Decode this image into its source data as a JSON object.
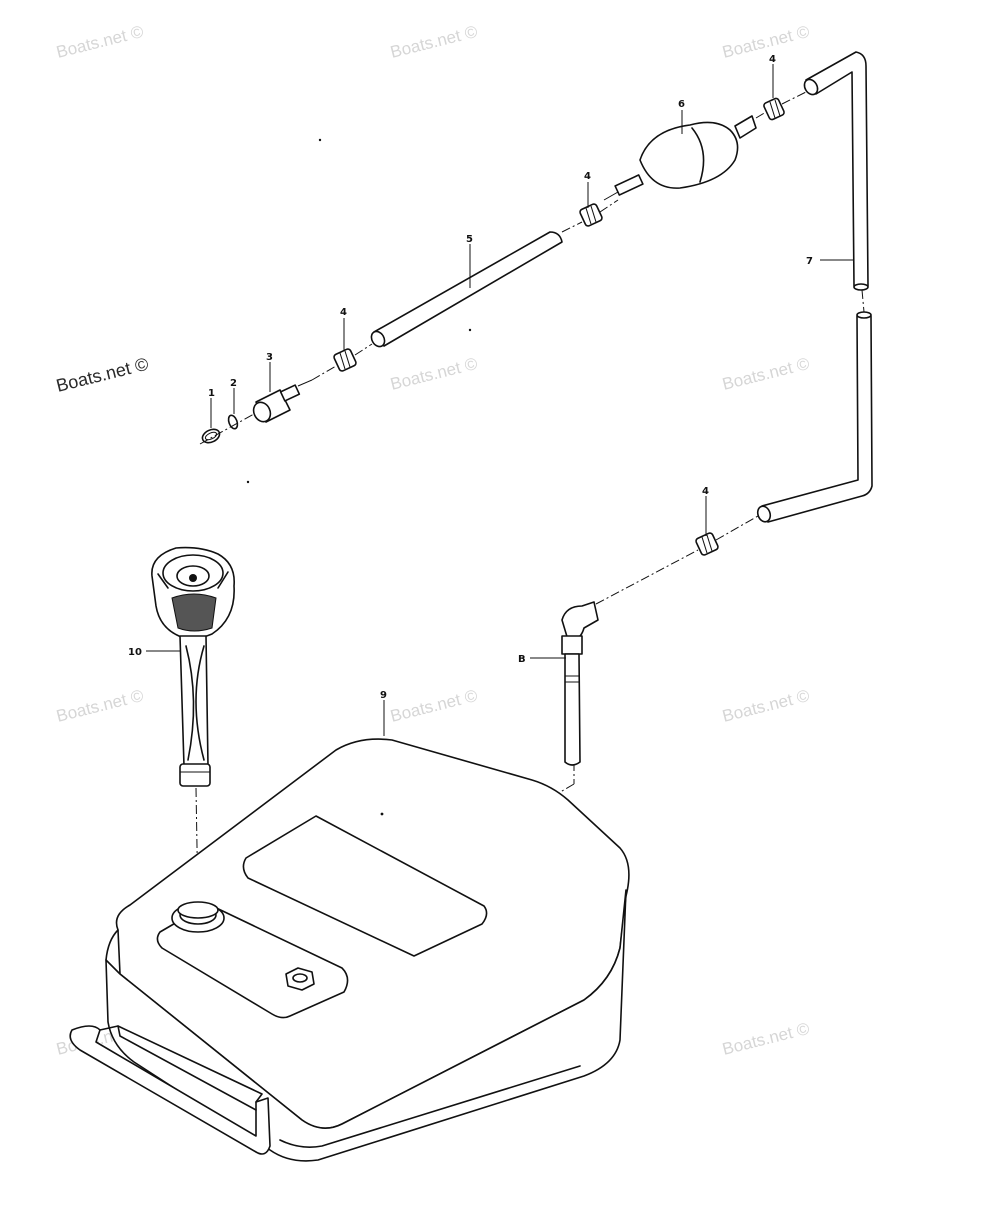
{
  "watermark": {
    "text": "Boats.net ©",
    "light_color": "#d6d6d6",
    "dark_color": "#2a2a2a"
  },
  "callouts": {
    "c1": "1",
    "c2": "2",
    "c3": "3",
    "c4a": "4",
    "c4b": "4",
    "c4c": "4",
    "c4d": "4",
    "c5": "5",
    "c6": "6",
    "c7": "7",
    "c8": "B",
    "c9": "9",
    "c10": "10"
  },
  "colors": {
    "ink": "#111111",
    "background": "#ffffff"
  }
}
